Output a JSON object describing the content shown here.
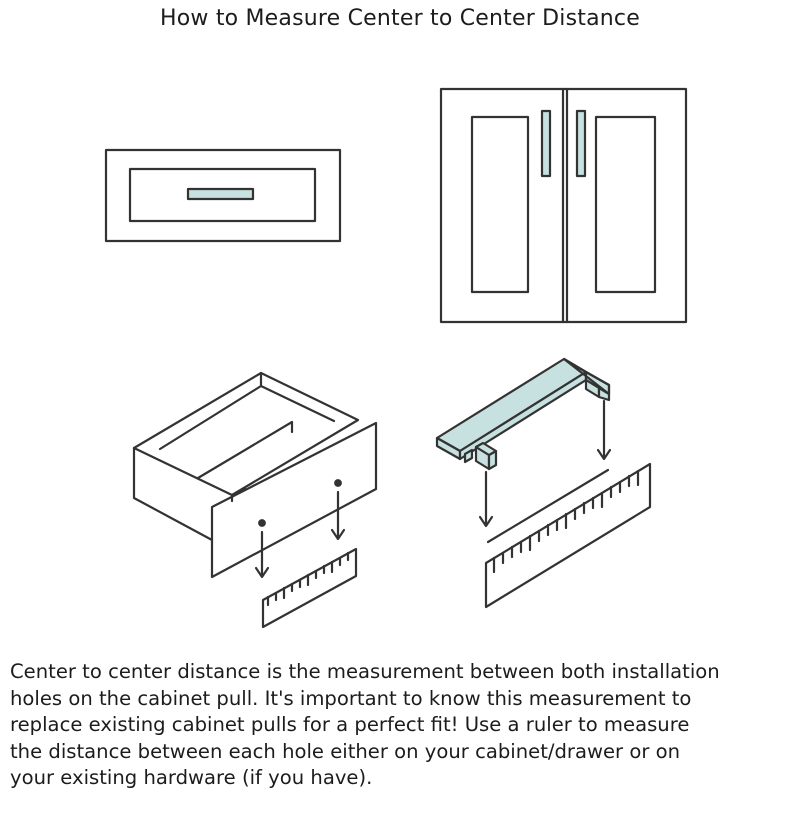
{
  "title": "How to Measure Center to Center Distance",
  "description_lines": [
    "Center to center distance is the measurement between both installation",
    "holes on the cabinet pull. It's important to know this measurement to",
    "replace existing cabinet pulls for a perfect fit! Use a ruler to measure",
    "the distance between each hole either on your cabinet/drawer or on",
    "your existing hardware (if you have)."
  ],
  "colors": {
    "line": "#333333",
    "handle_fill": "#c6e1df",
    "background": "#ffffff"
  }
}
